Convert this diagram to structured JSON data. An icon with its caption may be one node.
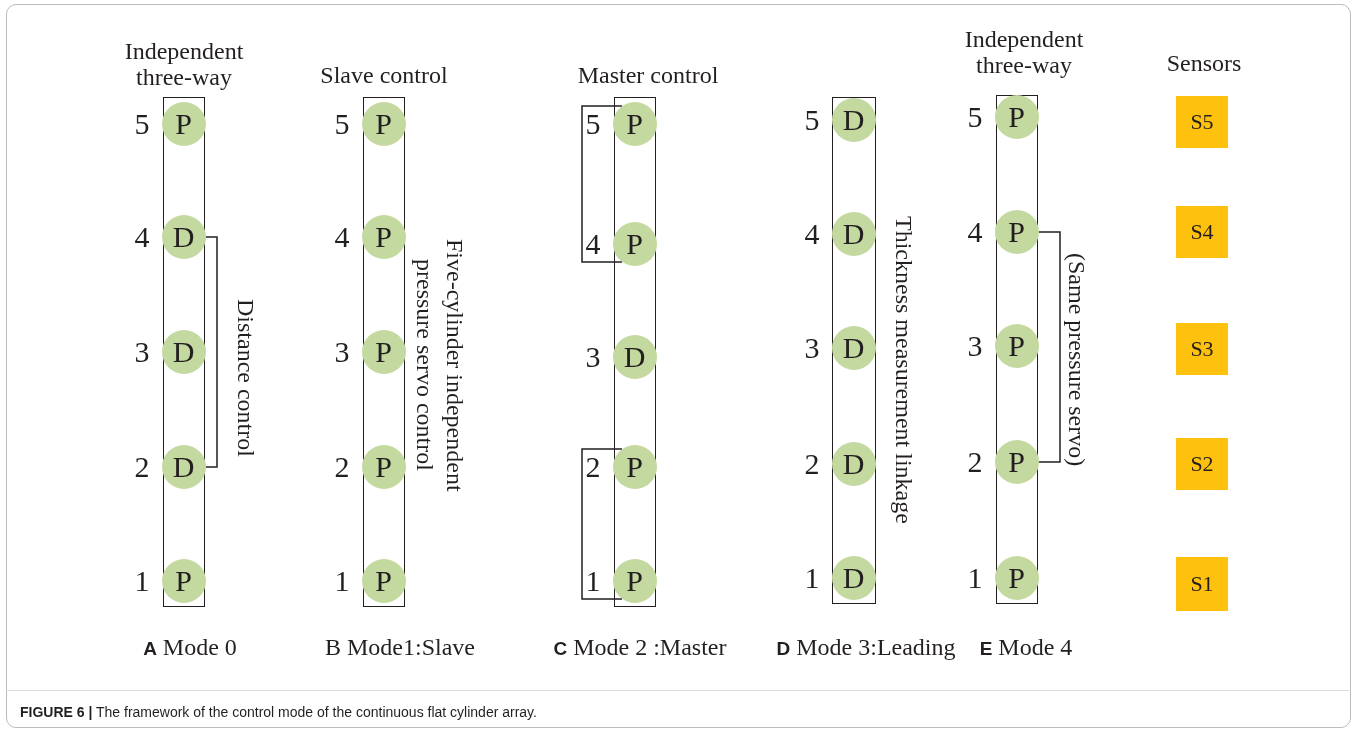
{
  "diagram": {
    "caption": "**FIGURE 6 |** The framework of the control mode of the continuous flat cylinder array.",
    "nodes": [
      {
        "text": [
          "Independent three-way"
        ],
        "beside": [
          "**A** Mode 0"
        ]
      },
      {
        "text": [
          "P"
        ],
        "in": 0,
        "beside": [
          "5"
        ]
      },
      {
        "text": [
          "D"
        ],
        "in": 0,
        "beside": [
          "4"
        ]
      },
      {
        "text": [
          "D"
        ],
        "in": 0,
        "beside": [
          "3"
        ]
      },
      {
        "text": [
          "D"
        ],
        "in": 0,
        "beside": [
          "2"
        ]
      },
      {
        "text": [
          "P"
        ],
        "in": 0,
        "beside": [
          "1"
        ]
      },
      {
        "text": [
          "Slave control"
        ],
        "beside": [
          "Five-cylinder independent pressure servo control",
          "B Mode1:Slave"
        ]
      },
      {
        "text": [
          "P"
        ],
        "in": 6,
        "beside": [
          "5"
        ]
      },
      {
        "text": [
          "P"
        ],
        "in": 6,
        "beside": [
          "4"
        ]
      },
      {
        "text": [
          "P"
        ],
        "in": 6,
        "beside": [
          "3"
        ]
      },
      {
        "text": [
          "P"
        ],
        "in": 6,
        "beside": [
          "2"
        ]
      },
      {
        "text": [
          "P"
        ],
        "in": 6,
        "beside": [
          "1"
        ]
      },
      {
        "text": [
          "Master control"
        ],
        "beside": [
          "**C** Mode 2 :Master"
        ]
      },
      {
        "text": [
          "P"
        ],
        "in": 12,
        "beside": [
          "5"
        ]
      },
      {
        "text": [
          "P"
        ],
        "in": 12,
        "beside": [
          "4"
        ]
      },
      {
        "text": [
          "D"
        ],
        "in": 12,
        "beside": [
          "3"
        ]
      },
      {
        "text": [
          "P"
        ],
        "in": 12,
        "beside": [
          "2"
        ]
      },
      {
        "text": [
          "P"
        ],
        "in": 12,
        "beside": [
          "1"
        ]
      },
      {
        "text": [],
        "shape": "box",
        "beside": [
          "Thickness measurement linkage",
          "**D** Mode 3:Leading"
        ]
      },
      {
        "text": [
          "D"
        ],
        "in": 18,
        "beside": [
          "5"
        ]
      },
      {
        "text": [
          "D"
        ],
        "in": 18,
        "beside": [
          "4"
        ]
      },
      {
        "text": [
          "D"
        ],
        "in": 18,
        "beside": [
          "3"
        ]
      },
      {
        "text": [
          "D"
        ],
        "in": 18,
        "beside": [
          "2"
        ]
      },
      {
        "text": [
          "D"
        ],
        "in": 18,
        "beside": [
          "1"
        ]
      },
      {
        "text": [
          "Independent three-way"
        ],
        "beside": [
          "**E** Mode 4"
        ]
      },
      {
        "text": [
          "P"
        ],
        "in": 24,
        "beside": [
          "5"
        ]
      },
      {
        "text": [
          "P"
        ],
        "in": 24,
        "beside": [
          "4"
        ]
      },
      {
        "text": [
          "P"
        ],
        "in": 24,
        "beside": [
          "3"
        ]
      },
      {
        "text": [
          "P"
        ],
        "in": 24,
        "beside": [
          "2"
        ]
      },
      {
        "text": [
          "P"
        ],
        "in": 24,
        "beside": [
          "1"
        ]
      },
      {
        "text": [
          "S5"
        ]
      },
      {
        "text": [
          "S4"
        ]
      },
      {
        "text": [
          "S3"
        ]
      },
      {
        "text": [
          "S2"
        ]
      },
      {
        "text": [
          "S1"
        ]
      }
    ],
    "edges": [
      {
        "from": 2,
        "to": 4,
        "arrow": "none",
        "label": "Distance control"
      },
      {
        "from": 13,
        "to": 14,
        "arrow": "none"
      },
      {
        "from": 16,
        "to": 17,
        "arrow": "none"
      },
      {
        "from": 26,
        "to": 28,
        "arrow": "none",
        "label": "(Same pressure servo)"
      }
    ],
    "labels": [
      "Sensors"
    ]
  }
}
